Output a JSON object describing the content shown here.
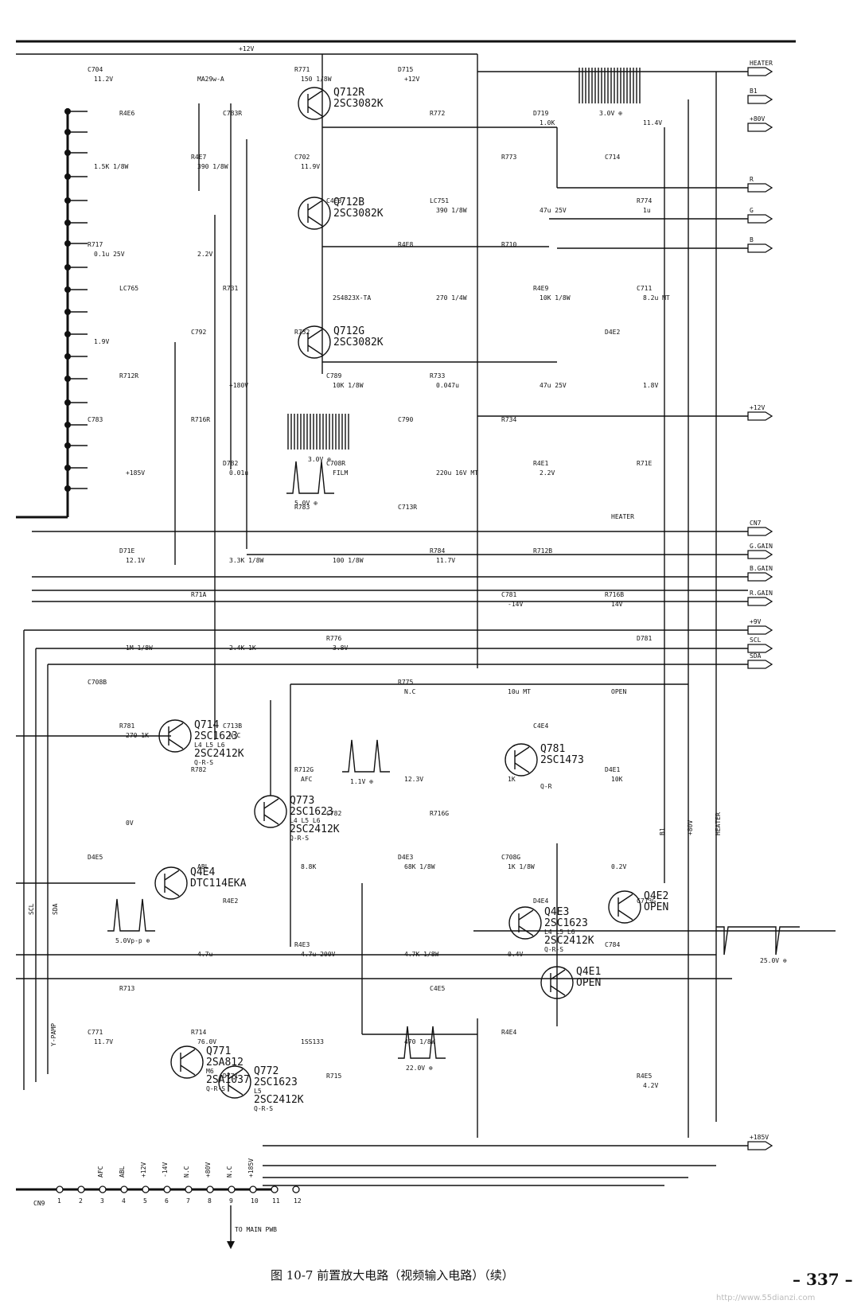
{
  "figure": {
    "caption": "图 10-7   前置放大电路（视频输入电路）（续）",
    "page_number": "– 337 –",
    "watermark": "http://www.55dianzi.com"
  },
  "connectors_right": [
    {
      "label": "HEATER"
    },
    {
      "label": "B1"
    },
    {
      "label": "+80V"
    },
    {
      "label": "R"
    },
    {
      "label": "G"
    },
    {
      "label": "B"
    },
    {
      "label": "+12V"
    },
    {
      "label": "CN7"
    },
    {
      "label": "G.GAIN"
    },
    {
      "label": "B.GAIN"
    },
    {
      "label": "R.GAIN"
    },
    {
      "label": "+9V"
    },
    {
      "label": "SCL"
    },
    {
      "label": "SDA"
    },
    {
      "label": "+185V"
    }
  ],
  "transistors": [
    {
      "ref": "Q712R",
      "part": "2SC3082K"
    },
    {
      "ref": "Q712B",
      "part": "2SC3082K"
    },
    {
      "ref": "Q712G",
      "part": "2SC3082K"
    },
    {
      "ref": "Q714",
      "part": "2SC1623",
      "alt": "2SC2412K",
      "note": "L4 L5 L6",
      "rank": "Q-R-S"
    },
    {
      "ref": "Q773",
      "part": "2SC1623",
      "alt": "2SC2412K",
      "note": "L4 L5 L6",
      "rank": "Q-R-S"
    },
    {
      "ref": "Q781",
      "part": "2SC1473",
      "rank": "Q-R"
    },
    {
      "ref": "Q4E4",
      "part": "DTC114EKA"
    },
    {
      "ref": "Q4E3",
      "part": "2SC1623",
      "alt": "2SC2412K",
      "note": "L4 L5 L6",
      "rank": "Q-R-S"
    },
    {
      "ref": "Q4E2",
      "part": "OPEN"
    },
    {
      "ref": "Q4E1",
      "part": "OPEN"
    },
    {
      "ref": "Q771",
      "part": "2SA812",
      "alt": "2SA1037",
      "note": "M6",
      "rank": "Q-R-S"
    },
    {
      "ref": "Q772",
      "part": "2SC1623",
      "alt": "2SC2412K",
      "note": "L5",
      "rank": "Q-R-S"
    }
  ],
  "components": [
    "C704",
    "C783R",
    "C702",
    "LC751",
    "R710",
    "C711",
    "R712R",
    "R716R",
    "C708R",
    "C713R",
    "R712B",
    "R716B",
    "C708B",
    "C713B",
    "R712G",
    "R716G",
    "C708G",
    "C713G",
    "R713",
    "R714",
    "R715",
    "D715",
    "D719",
    "C714",
    "R717",
    "R731",
    "R732",
    "R733",
    "R734",
    "R71E",
    "D71E",
    "R71A",
    "R776",
    "R775",
    "C4E4",
    "D4E1",
    "D4E5",
    "R4E2",
    "R4E3",
    "C4E5",
    "R4E4",
    "R4E5",
    "R4E6",
    "R4E7",
    "C4E3",
    "R4E8",
    "R4E9",
    "D4E2",
    "C783",
    "D782",
    "R783",
    "R784",
    "C781",
    "D781",
    "R781",
    "R782",
    "C782",
    "D4E3",
    "D4E4",
    "C784",
    "C771",
    "D771",
    "R771",
    "R772",
    "R773",
    "R774",
    "LC765",
    "C792",
    "C789",
    "C790",
    "R4E1"
  ],
  "values": [
    "+12V",
    "11.9V",
    "2.2V",
    "1.9V",
    "1.8V",
    "2.2V",
    "11.7V",
    "3.8V",
    "N.C",
    "0V",
    "0.2V",
    "0.4V",
    "470 1/8W",
    "150 1/8W",
    "390 1/8W",
    "0.1u 25V",
    "8.2u MT",
    "47u 25V",
    "220u 16V MT",
    "100 1/8W",
    "2.4K 1K",
    "270 1K",
    "10K",
    "1K 1/8W",
    "4.7K 1/8W",
    "1SS133",
    "MA29w-A",
    "1.5K 1/8W",
    "1u",
    "10K 1/8W",
    "0.047u",
    "FILM",
    "3.3K 1/8W",
    "1M 1/8W",
    "OPEN",
    "1K",
    "68K 1/8W",
    "4.7u 200V",
    "76.0V",
    "11.2V",
    "11.4V",
    "47u 25V",
    "270 1/4W",
    "10K 1/8W",
    "0.01u",
    "12.1V",
    "14V",
    "10u MT",
    "12.3V",
    "8.8K",
    "4.7u",
    "11.7V",
    "4.2V",
    "1.0K",
    "390 1/8W",
    "2S4823X-TA",
    "+180V",
    "+185V",
    "HEATER",
    "-14V",
    "N.C",
    "AFC",
    "ABL"
  ],
  "waveforms": [
    {
      "label": "3.0V ⊕"
    },
    {
      "label": "3.0V ⊕"
    },
    {
      "label": "5.0V ⊕"
    },
    {
      "label": "1.1V ⊕"
    },
    {
      "label": "5.0Vp-p ⊕"
    },
    {
      "label": "25.0V ⊕"
    },
    {
      "label": "22.0V ⊕"
    }
  ],
  "bottom_connector": {
    "ref": "CN9",
    "pins": [
      "1",
      "2",
      "3",
      "4",
      "5",
      "6",
      "7",
      "8",
      "9",
      "10",
      "11",
      "12"
    ],
    "pin_labels": [
      "",
      "",
      "AFC",
      "ABL",
      "+12V",
      "-14V",
      "N.C",
      "+80V",
      "N.C",
      "+185V"
    ],
    "to_label": "TO MAIN PWB"
  },
  "side_labels": [
    "SCL",
    "SDA",
    "Y-PAMP",
    "+80V",
    "HEATER",
    "B1"
  ]
}
